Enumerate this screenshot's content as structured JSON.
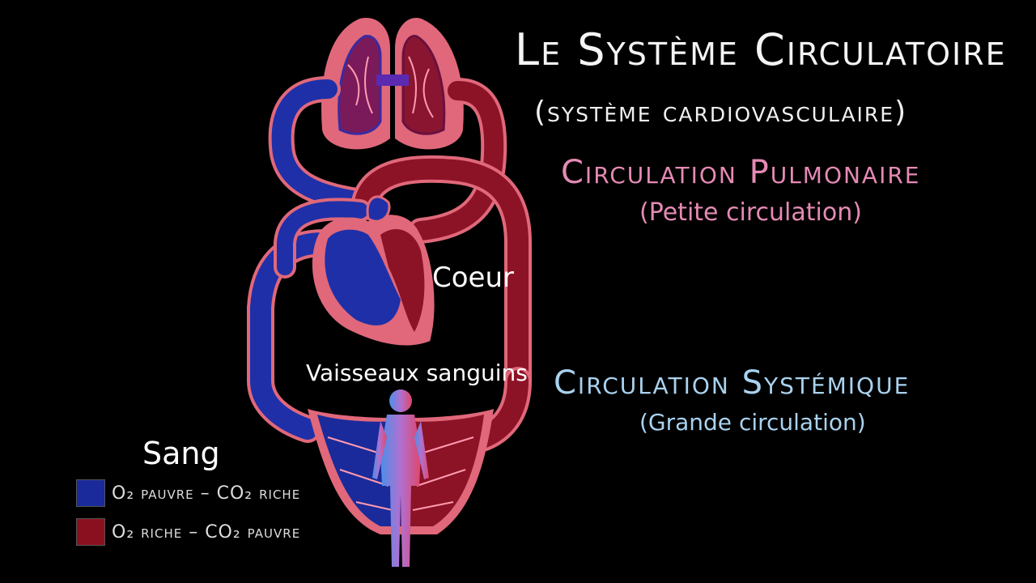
{
  "title": "Le Système Circulatoire",
  "subtitle": "(système cardiovasculaire)",
  "pulmonary": {
    "label": "Circulation Pulmonaire",
    "sublabel": "(Petite circulation)",
    "color": "#e58ab5"
  },
  "systemic": {
    "label": "Circulation Systémique",
    "sublabel": "(Grande circulation)",
    "color": "#a9d2ef"
  },
  "diagram_labels": {
    "heart": "Coeur",
    "vessels": "Vaisseaux sanguins"
  },
  "legend": {
    "title": "Sang",
    "items": [
      {
        "label": "O₂ pauvre – CO₂ riche",
        "color": "#1a2a9a"
      },
      {
        "label": "O₂ riche – CO₂ pauvre",
        "color": "#8a1020"
      }
    ]
  },
  "colors": {
    "deoxygenated": "#1f2fa8",
    "oxygenated": "#8c1226",
    "outline": "#e0687a",
    "background": "#000000"
  }
}
